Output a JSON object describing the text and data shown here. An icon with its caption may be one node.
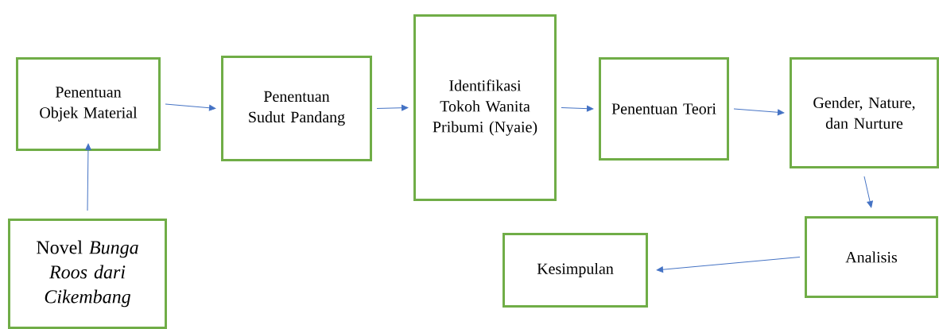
{
  "diagram": {
    "nodes": [
      {
        "text": [
          "Penentuan Objek Material"
        ]
      },
      {
        "text": [
          "Penentuan Sudut Pandang"
        ]
      },
      {
        "text": [
          "Identifikasi Tokoh Wanita Pribumi (Nyaie)"
        ]
      },
      {
        "text": [
          "Penentuan Teori"
        ]
      },
      {
        "text": [
          "Gender, Nature, dan Nurture"
        ]
      },
      {
        "text": [
          "Analisis"
        ]
      },
      {
        "text": [
          "Kesimpulan"
        ]
      },
      {
        "text": [
          "Novel *Bunga Roos dari Cikembang*"
        ]
      }
    ],
    "edges": [
      {
        "from": 7,
        "to": 0,
        "arrow": "to"
      },
      {
        "from": 0,
        "to": 1,
        "arrow": "to"
      },
      {
        "from": 1,
        "to": 2,
        "arrow": "to"
      },
      {
        "from": 2,
        "to": 3,
        "arrow": "to"
      },
      {
        "from": 3,
        "to": 4,
        "arrow": "to"
      },
      {
        "from": 4,
        "to": 5,
        "arrow": "to"
      },
      {
        "from": 5,
        "to": 6,
        "arrow": "to"
      }
    ]
  }
}
